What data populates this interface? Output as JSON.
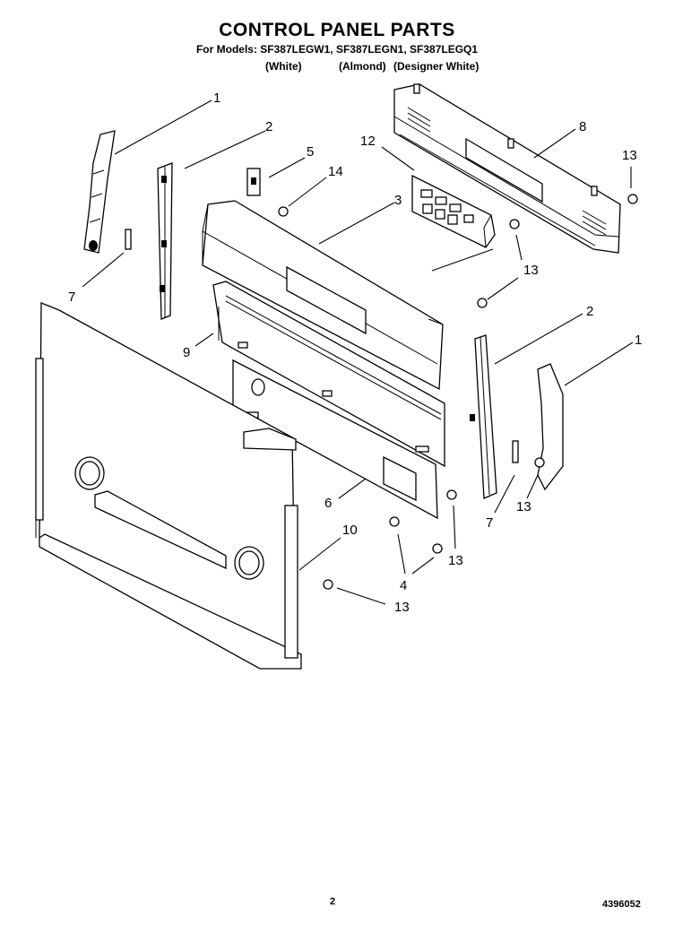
{
  "header": {
    "title": "CONTROL PANEL PARTS",
    "models_line": "For Models: SF387LEGW1, SF387LEGN1, SF387LEGQ1",
    "variants": [
      "(White)",
      "(Almond)",
      "(Designer White)"
    ]
  },
  "callouts": {
    "c1_left": "1",
    "c2_left": "2",
    "c5": "5",
    "c14": "14",
    "c12": "12",
    "c8": "8",
    "c13_topright": "13",
    "c3": "3",
    "c7_left": "7",
    "c13_mid": "13",
    "c9": "9",
    "c2_right": "2",
    "c1_right": "1",
    "c6": "6",
    "c7_right": "7",
    "c13_right": "13",
    "c10": "10",
    "c13_lower": "13",
    "c4": "4",
    "c13_bottom": "13"
  },
  "footer": {
    "page_number": "2",
    "document_number": "4396052"
  }
}
